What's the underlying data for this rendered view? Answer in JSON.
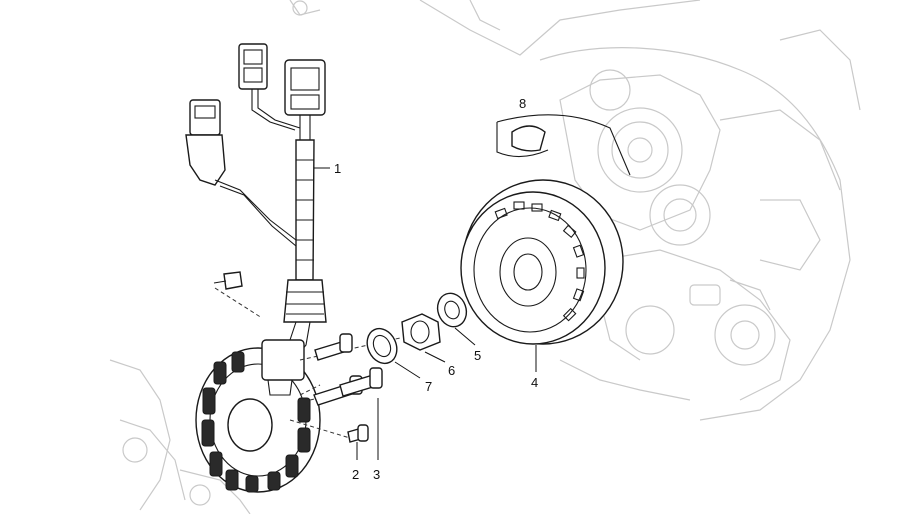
{
  "diagram": {
    "callouts": [
      {
        "id": "1",
        "label": "1"
      },
      {
        "id": "2",
        "label": "2"
      },
      {
        "id": "3",
        "label": "3"
      },
      {
        "id": "4",
        "label": "4"
      },
      {
        "id": "5",
        "label": "5"
      },
      {
        "id": "6",
        "label": "6"
      },
      {
        "id": "7",
        "label": "7"
      },
      {
        "id": "8",
        "label": "8"
      }
    ],
    "colors": {
      "line": "#1a1a1a",
      "ghost": "#c9c9c9",
      "background": "#ffffff"
    }
  }
}
